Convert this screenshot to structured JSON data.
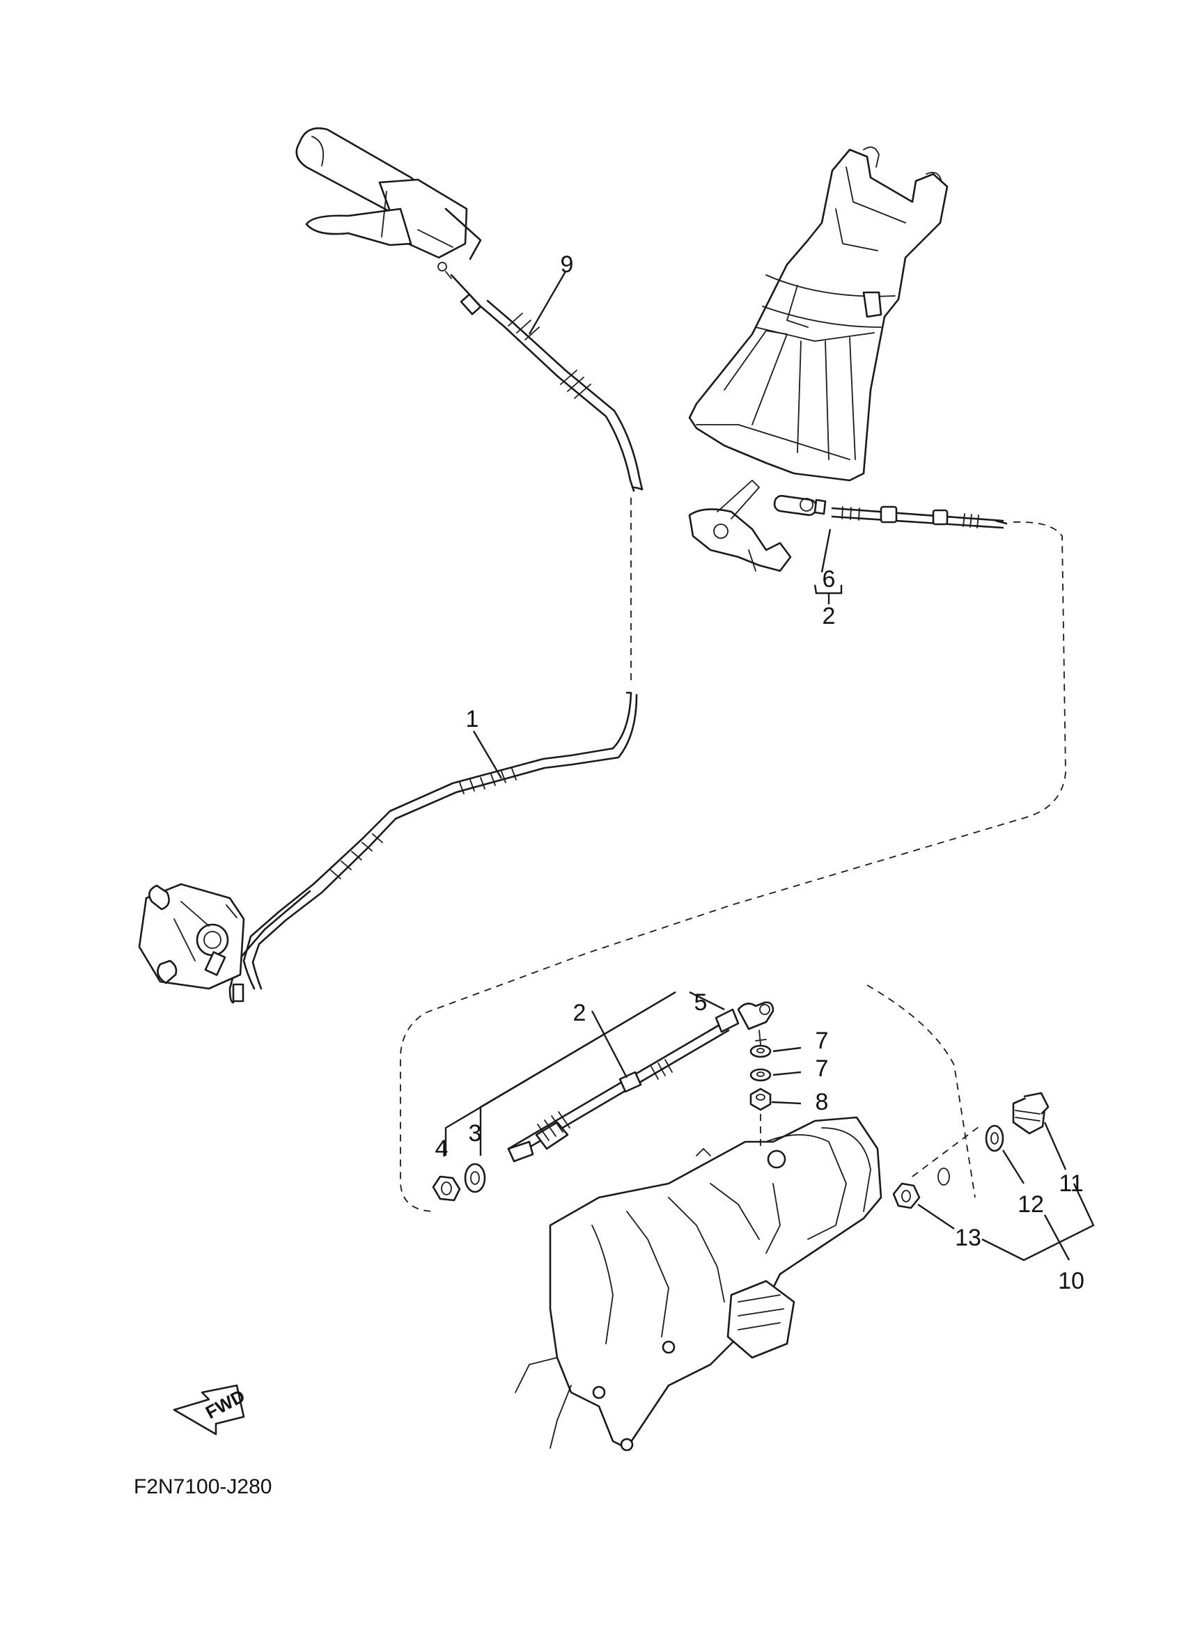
{
  "callouts": {
    "c1": "1",
    "c2a": "2",
    "c2b": "2",
    "c3": "3",
    "c4": "4",
    "c5": "5",
    "c6": "6",
    "c7a": "7",
    "c7b": "7",
    "c8": "8",
    "c9": "9",
    "c10": "10",
    "c11": "11",
    "c12": "12",
    "c13": "13"
  },
  "fwd_label": "FWD",
  "drawing_code": "F2N7100-J280"
}
